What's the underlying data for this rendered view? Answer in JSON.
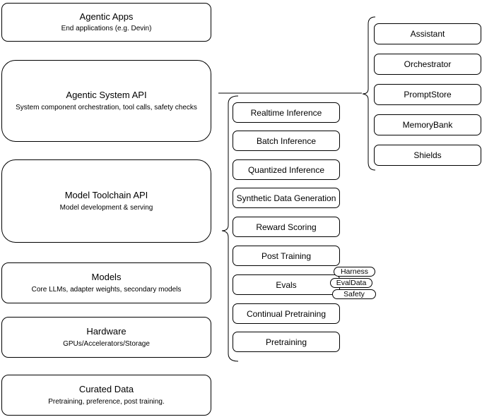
{
  "diagram": {
    "left_stack": [
      {
        "title": "Agentic Apps",
        "subtitle": "End applications (e.g. Devin)"
      },
      {
        "title": "Agentic System API",
        "subtitle": "System component orchestration, tool calls, safety checks"
      },
      {
        "title": "Model Toolchain API",
        "subtitle": "Model development & serving"
      },
      {
        "title": "Models",
        "subtitle": "Core LLMs, adapter weights, secondary models"
      },
      {
        "title": "Hardware",
        "subtitle": "GPUs/Accelerators/Storage"
      },
      {
        "title": "Curated Data",
        "subtitle": "Pretraining, preference, post training."
      }
    ],
    "toolchain_items": [
      "Realtime Inference",
      "Batch Inference",
      "Quantized Inference",
      "Synthetic Data Generation",
      "Reward Scoring",
      "Post Training",
      "Evals",
      "Continual Pretraining",
      "Pretraining"
    ],
    "eval_tags": [
      "Harness",
      "EvalData",
      "Safety"
    ],
    "system_components": [
      "Assistant",
      "Orchestrator",
      "PromptStore",
      "MemoryBank",
      "Shields"
    ],
    "colors": {
      "node_border": "#000000",
      "node_fill": "#ffffff",
      "text": "#000000",
      "line": "#000000"
    }
  }
}
